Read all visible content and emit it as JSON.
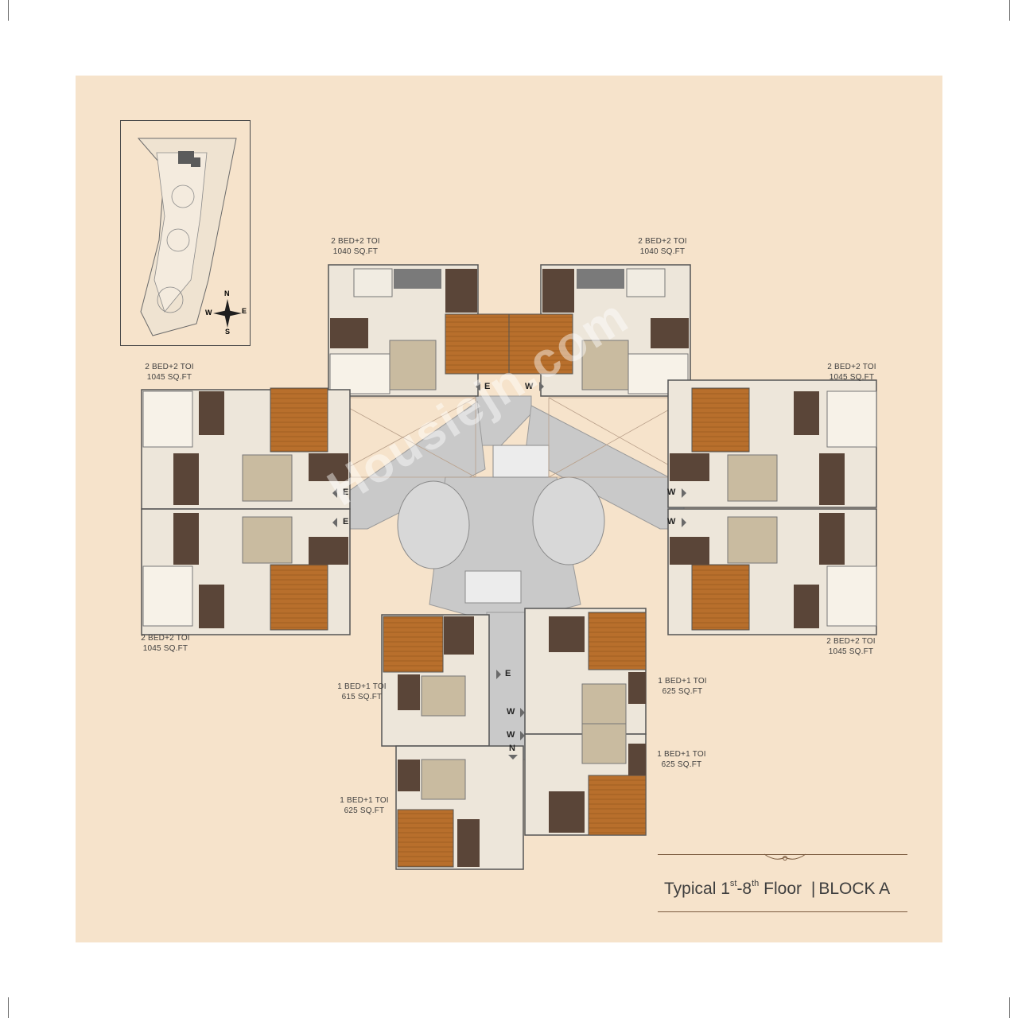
{
  "units": [
    {
      "key": "top_left",
      "type": "2 BED+2 TOI",
      "area": "1040 SQ.FT"
    },
    {
      "key": "top_right",
      "type": "2 BED+2 TOI",
      "area": "1040 SQ.FT"
    },
    {
      "key": "left_upper",
      "type": "2 BED+2 TOI",
      "area": "1045 SQ.FT"
    },
    {
      "key": "right_upper",
      "type": "2 BED+2 TOI",
      "area": "1045 SQ.FT"
    },
    {
      "key": "left_lower",
      "type": "2 BED+2 TOI",
      "area": "1045 SQ.FT"
    },
    {
      "key": "right_lower",
      "type": "2 BED+2 TOI",
      "area": "1045 SQ.FT"
    },
    {
      "key": "bottom_left_upper",
      "type": "1 BED+1 TOI",
      "area": "615 SQ.FT"
    },
    {
      "key": "bottom_right_upper",
      "type": "1 BED+1 TOI",
      "area": "625 SQ.FT"
    },
    {
      "key": "bottom_right_lower",
      "type": "1 BED+1 TOI",
      "area": "625 SQ.FT"
    },
    {
      "key": "bottom_left_lower",
      "type": "1 BED+1 TOI",
      "area": "625 SQ.FT"
    }
  ],
  "compass": {
    "n": "N",
    "s": "S",
    "e": "E",
    "w": "W"
  },
  "entries": [
    "E",
    "W",
    "E",
    "E",
    "W",
    "W",
    "E",
    "W",
    "W",
    "N"
  ],
  "title": {
    "prefix": "Typical 1",
    "sup1": "st",
    "middle": "-8",
    "sup2": "th",
    "suffix": " Floor",
    "separator": "|",
    "block": "BLOCK A"
  },
  "watermark": "Housiejn.com",
  "colors": {
    "panel": "#f6e3cb",
    "corridor": "#c8c8c8",
    "bedroom_wood": "#b86f2c",
    "toilet_dark": "#5a4538",
    "living": "#ede6da"
  }
}
